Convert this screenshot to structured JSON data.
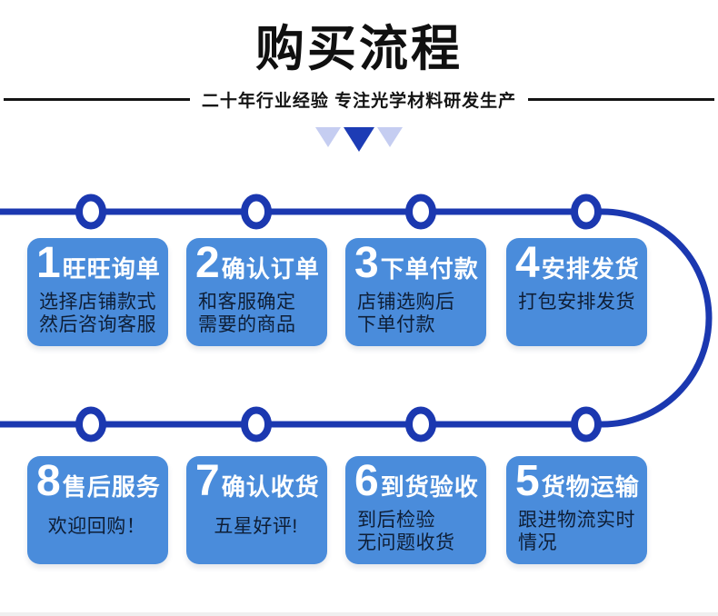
{
  "header": {
    "title": "购买流程",
    "subtitle": "二十年行业经验 专注光学材料研发生产"
  },
  "colors": {
    "path_blue": "#1b38b0",
    "box_blue": "#4a8cdb",
    "triangle_light": "#c5cdf1",
    "triangle_dark": "#1d3cb5",
    "heading_text": "#101010",
    "desc_text": "#0e1e36",
    "step_text": "#ffffff"
  },
  "steps": [
    {
      "num": "1",
      "title": "旺旺询单",
      "desc1": "选择店铺款式",
      "desc2": "然后咨询客服"
    },
    {
      "num": "2",
      "title": "确认订单",
      "desc1": "和客服确定",
      "desc2": "需要的商品"
    },
    {
      "num": "3",
      "title": "下单付款",
      "desc1": "店铺选购后",
      "desc2": "下单付款"
    },
    {
      "num": "4",
      "title": "安排发货",
      "desc1": "打包安排发货"
    },
    {
      "num": "8",
      "title": "售后服务",
      "desc1": "欢迎回购！"
    },
    {
      "num": "7",
      "title": "确认收货",
      "desc1": "五星好评!"
    },
    {
      "num": "6",
      "title": "到货验收",
      "desc1": "到后检验",
      "desc2": "无问题收货"
    },
    {
      "num": "5",
      "title": "货物运输",
      "desc1": "跟进物流实时",
      "desc2": "情况"
    }
  ]
}
